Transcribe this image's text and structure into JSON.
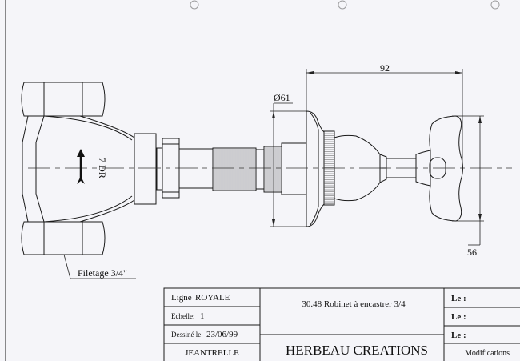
{
  "drawing": {
    "dimensions": {
      "length": "92",
      "rosette_diameter": "Ø61",
      "handle_height": "56"
    },
    "flow_label": "7 DR",
    "thread_note": "Filetage 3/4\""
  },
  "title_block": {
    "ligne_label": "Ligne",
    "ligne_value": "ROYALE",
    "echelle_label": "Echelle:",
    "echelle_value": "1",
    "dessine_label": "Dessiné le:",
    "dessine_value": "23/06/99",
    "author": "JEANTRELLE",
    "title": "30.48 Robinet à encastrer 3/4",
    "company": "HERBEAU CREATIONS",
    "le_labels": [
      "Le :",
      "Le :",
      "Le :"
    ],
    "modifications": "Modifications"
  }
}
